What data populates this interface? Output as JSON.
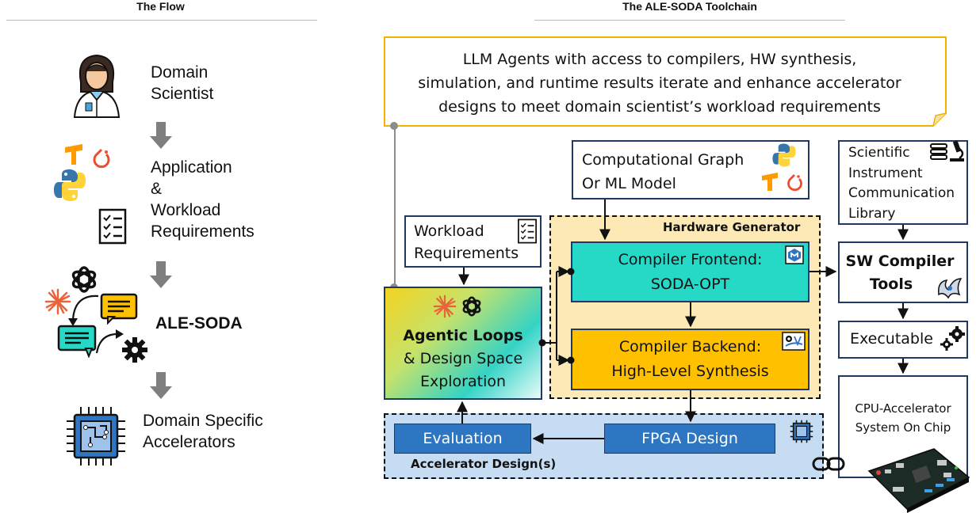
{
  "left": {
    "title": "The Flow",
    "steps": {
      "scientist": [
        "Domain",
        "Scientist"
      ],
      "application": [
        "Application",
        "&",
        "Workload",
        "Requirements"
      ],
      "alesoda": "ALE-SODA",
      "accelerators": [
        "Domain Specific",
        "Accelerators"
      ]
    }
  },
  "right": {
    "title": "The ALE-SODA Toolchain",
    "note": [
      "LLM Agents with access to compilers, HW synthesis,",
      "simulation, and runtime results iterate and enhance accelerator",
      "designs to meet domain scientist’s workload requirements"
    ],
    "comp_graph": [
      "Computational Graph",
      "Or ML Model"
    ],
    "scientific_lib": [
      "Scientific",
      "Instrument",
      "Communication",
      "Library"
    ],
    "workload_req": [
      "Workload",
      "Requirements"
    ],
    "hw_generator": "Hardware Generator",
    "frontend": [
      "Compiler Frontend:",
      "SODA-OPT"
    ],
    "backend": [
      "Compiler Backend:",
      "High-Level Synthesis"
    ],
    "agentic": [
      "Agentic Loops",
      "& Design Space",
      "Exploration"
    ],
    "sw_compiler": [
      "SW Compiler",
      "Tools"
    ],
    "executable": "Executable",
    "cpu_soc": [
      "CPU-Accelerator",
      "System On Chip"
    ],
    "evaluation": "Evaluation",
    "fpga": "FPGA Design",
    "accel_design": "Accelerator Design(s)"
  },
  "colors": {
    "navy": "#1f3864",
    "teal": "#26d9c7",
    "gold": "#ffc000",
    "hw_bg": "#fde9b5",
    "accel_bg": "#c5dcf3",
    "blue_box": "#2e75c2",
    "note_border": "#f0b400"
  }
}
